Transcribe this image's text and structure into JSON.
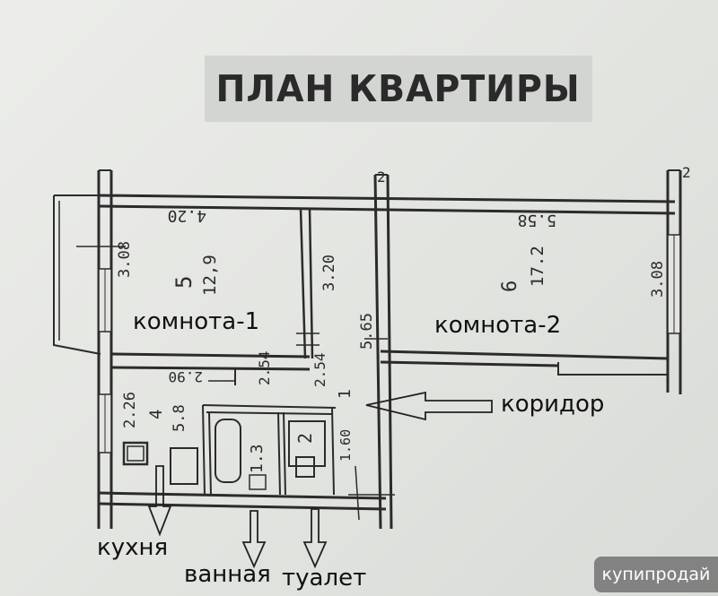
{
  "title": "ПЛАН КВАРТИРЫ",
  "plan": {
    "room1": {
      "number": "5",
      "area": "12,9",
      "length": "4.20",
      "width": "3.08",
      "side": "3.20"
    },
    "room2": {
      "number": "6",
      "area": "17.2",
      "length": "5.58",
      "width": "3.08"
    },
    "corridor": {
      "number": "1",
      "length": "5.65",
      "dim_a": "2.54",
      "dim_b": "1.60"
    },
    "kitchen": {
      "number": "4",
      "area": "5.8",
      "width": "2.26",
      "dim_top": "2.90"
    },
    "bath": {
      "area": "1.3"
    },
    "toilet": {
      "area": "2"
    },
    "axis_marks": [
      "2",
      "2"
    ]
  },
  "labels": {
    "room1": "комнота-1",
    "room2": "комнота-2",
    "corridor": "коридор",
    "kitchen": "кухня",
    "bath": "ванная",
    "toilet": "туалет"
  },
  "watermark": "купипродай"
}
